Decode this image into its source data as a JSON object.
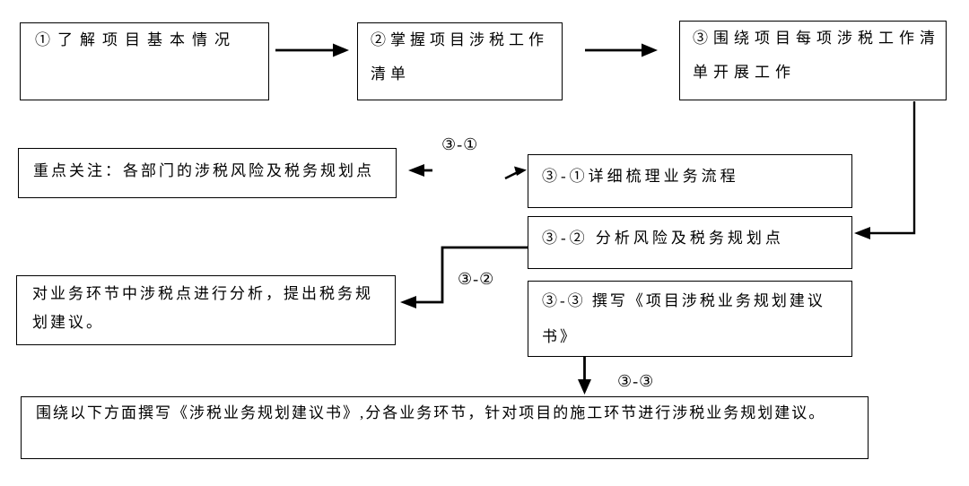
{
  "diagram": {
    "background_color": "#ffffff",
    "line_color": "#000000",
    "top_row": [
      {
        "text": "①了解项目基本情况"
      },
      {
        "text": "②掌握项目涉税工作清单"
      },
      {
        "text": "③围绕项目每项涉税工作清单开展工作"
      }
    ],
    "sub_steps": [
      {
        "text": "③-①详细梳理业务流程"
      },
      {
        "text": "③-② 分析风险及税务规划点"
      },
      {
        "text": "③-③ 撰写《项目涉税业务规划建议书》"
      }
    ],
    "note_boxes": [
      {
        "text": "重点关注：各部门的涉税风险及税务规划点"
      },
      {
        "text": "对业务环节中涉税点进行分析，提出税务规划建议。"
      }
    ],
    "bottom_box": {
      "text": "围绕以下方面撰写《涉税业务规划建议书》,分各业务环节，针对项目的施工环节进行涉税业务规划建议。"
    },
    "arrow_labels": [
      {
        "text": "③-①"
      },
      {
        "text": "③-②"
      },
      {
        "text": "③-③"
      }
    ]
  }
}
